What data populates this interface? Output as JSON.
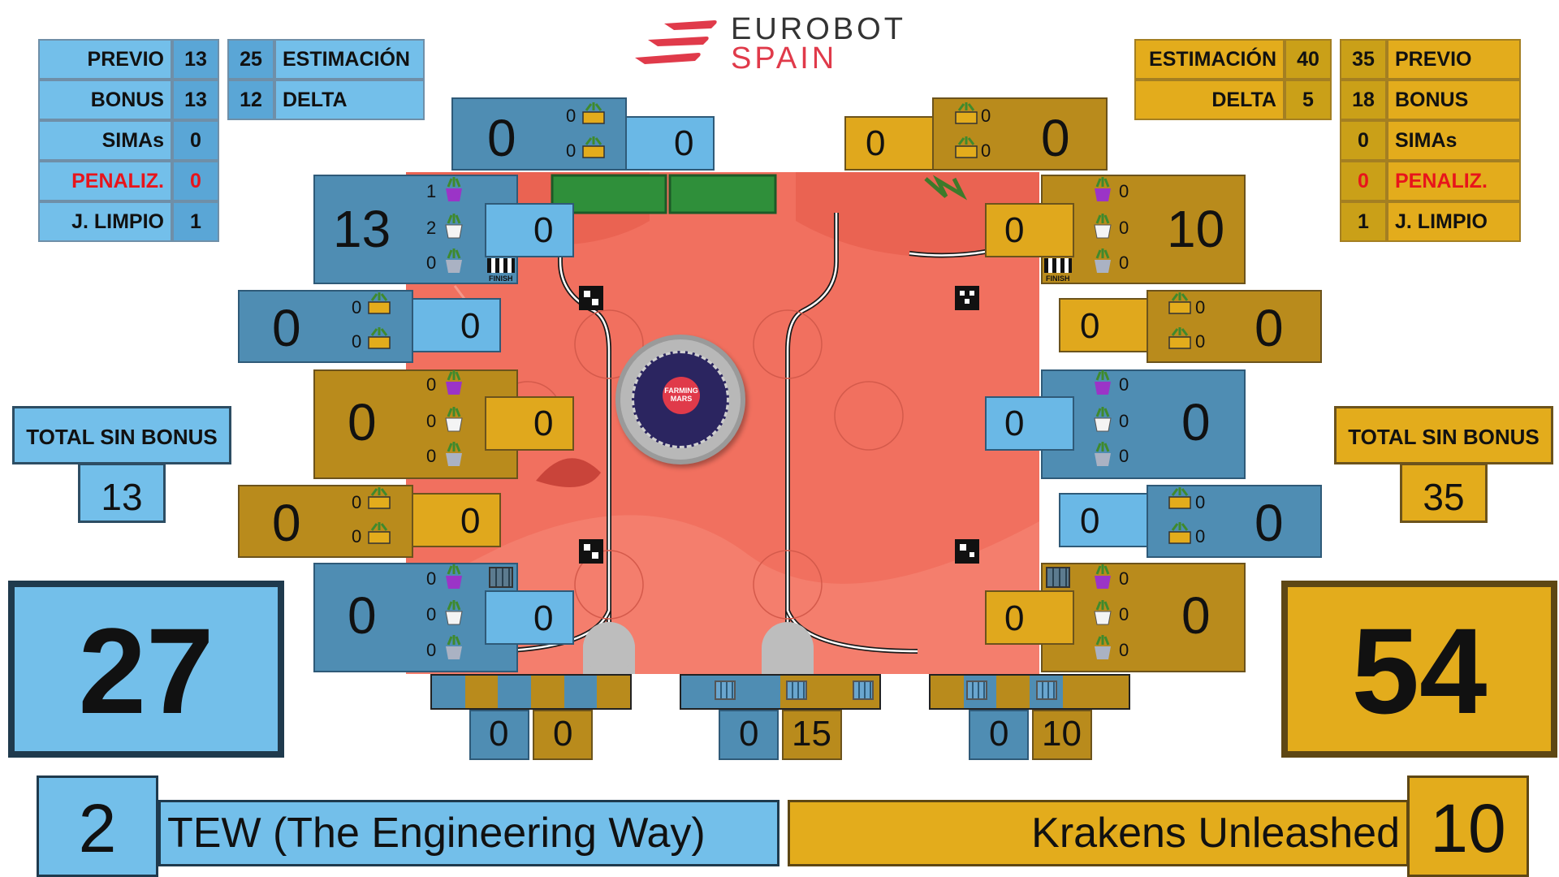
{
  "header": {
    "logo_top": "EUROBOT",
    "logo_bottom": "SPAIN"
  },
  "blue": {
    "stats_left": [
      {
        "label": "PREVIO",
        "value": "13"
      },
      {
        "label": "BONUS",
        "value": "13"
      },
      {
        "label": "SIMAs",
        "value": "0"
      },
      {
        "label": "PENALIZ.",
        "value": "0"
      },
      {
        "label": "J. LIMPIO",
        "value": "1"
      }
    ],
    "stats_right": [
      {
        "value": "25",
        "label": "ESTIMACIÓN"
      },
      {
        "value": "12",
        "label": "DELTA"
      }
    ],
    "total_sin_bonus_label": "TOTAL SIN BONUS",
    "total_sin_bonus": "13",
    "score": "27",
    "team_number": "2",
    "team_name": "TEW (The Engineering Way)"
  },
  "yellow": {
    "stats_left": [
      {
        "label": "ESTIMACIÓN",
        "value": "40"
      },
      {
        "label": "DELTA",
        "value": "5"
      }
    ],
    "stats_right": [
      {
        "value": "35",
        "label": "PREVIO"
      },
      {
        "value": "18",
        "label": "BONUS"
      },
      {
        "value": "0",
        "label": "SIMAs"
      },
      {
        "value": "0",
        "label": "PENALIZ."
      },
      {
        "value": "1",
        "label": "J. LIMPIO"
      }
    ],
    "total_sin_bonus_label": "TOTAL SIN BONUS",
    "total_sin_bonus": "35",
    "score": "54",
    "team_number": "10",
    "team_name": "Krakens Unleashed"
  },
  "zones": {
    "top_blue": {
      "big": "0",
      "small": "0",
      "counts": [
        "0",
        "0"
      ]
    },
    "top_yellow": {
      "big": "0",
      "small": "0",
      "counts": [
        "0",
        "0"
      ]
    },
    "left": [
      {
        "big": "13",
        "small": "0",
        "counts": [
          "1",
          "2",
          "0"
        ],
        "tag": "FINISH"
      },
      {
        "big": "0",
        "small": "0",
        "counts": [
          "0",
          "0"
        ]
      },
      {
        "big": "0",
        "small": "0",
        "counts": [
          "0",
          "0",
          "0"
        ]
      },
      {
        "big": "0",
        "small": "0",
        "counts": [
          "0",
          "0"
        ]
      },
      {
        "big": "0",
        "small": "0",
        "counts": [
          "0",
          "0",
          "0"
        ]
      }
    ],
    "right": [
      {
        "big": "10",
        "small": "0",
        "counts": [
          "0",
          "0",
          "0"
        ],
        "tag": "FINISH"
      },
      {
        "big": "0",
        "small": "0",
        "counts": [
          "0",
          "0"
        ]
      },
      {
        "big": "0",
        "small": "0",
        "counts": [
          "0",
          "0",
          "0"
        ]
      },
      {
        "big": "0",
        "small": "0",
        "counts": [
          "0",
          "0"
        ]
      },
      {
        "big": "0",
        "small": "0",
        "counts": [
          "0",
          "0",
          "0"
        ]
      }
    ]
  },
  "bottom_groups": [
    {
      "blue": "0",
      "yellow": "0"
    },
    {
      "blue": "0",
      "yellow": "15"
    },
    {
      "blue": "0",
      "yellow": "10"
    }
  ],
  "field": {
    "badge_text": "FARMING MARS",
    "colors": {
      "field": "#f1705f",
      "blue": "#73bfea",
      "yellow": "#e3ac1c"
    }
  }
}
